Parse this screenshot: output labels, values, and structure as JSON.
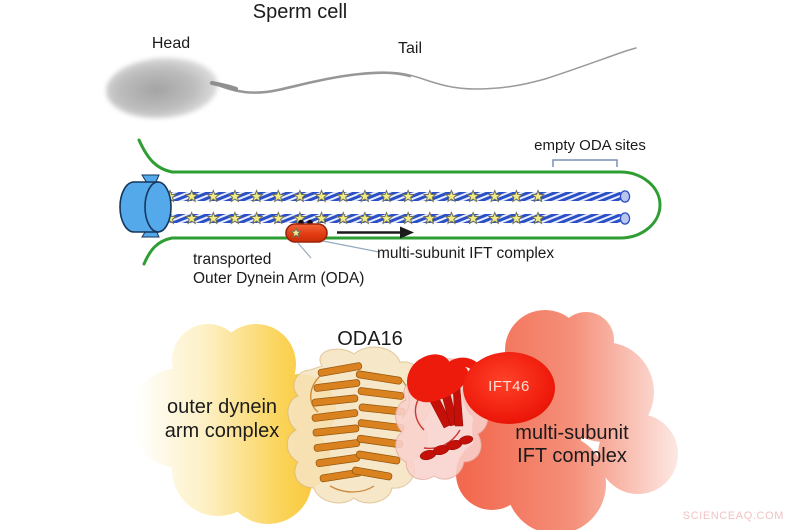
{
  "top": {
    "title": "Sperm cell",
    "head_label": "Head",
    "tail_label": "Tail"
  },
  "middle": {
    "empty_sites_label": "empty ODA sites",
    "transported_line1": "transported",
    "transported_line2": "Outer Dynein Arm (ODA)",
    "ift_complex_label": "multi-subunit IFT complex"
  },
  "bottom": {
    "oda16_label": "ODA16",
    "ift46_label": "IFT46",
    "left_complex_line1": "outer dynein",
    "left_complex_line2": "arm complex",
    "right_complex_line1": "multi-subunit",
    "right_complex_line2": "IFT complex"
  },
  "watermark": "SCIENCEAQ.COM",
  "icons": {
    "oda_site": "star-icon",
    "direction": "right-arrow-icon",
    "empty_range": "bracket-icon"
  },
  "colors": {
    "ink": "#1b1b1b",
    "green": "#2e9e33",
    "mt_blue": "#2b4fc4",
    "mt_cap": "#b8c6ee",
    "basal_blue": "#54a9ea",
    "basal_stroke": "#16365c",
    "star": "#f2ec85",
    "star_stroke": "#70705a",
    "cargo_red": "#e64a1f",
    "cargo_stroke": "#99240a",
    "leader": "#95aabf",
    "bracket": "#7c8fb5",
    "cloud_yellow": "#f8c938",
    "cloud_salmon": "#f2694f",
    "ift46_red": "#ed1b0c",
    "watermark": "#f0c4c2"
  }
}
